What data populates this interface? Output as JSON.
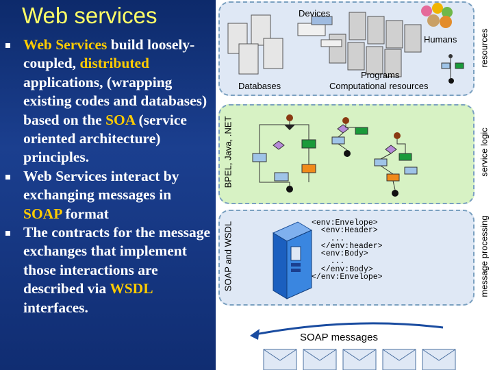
{
  "slide": {
    "title": "Web services",
    "bullets": [
      {
        "parts": [
          {
            "text": "Web Services",
            "highlight": true
          },
          {
            "text": " build loosely-coupled, ",
            "highlight": false
          },
          {
            "text": "distributed",
            "highlight": true
          },
          {
            "text": " applications, (wrapping existing codes and databases) based on the ",
            "highlight": false
          },
          {
            "text": "SOA",
            "highlight": true
          },
          {
            "text": " (service oriented architecture) principles.",
            "highlight": false
          }
        ]
      },
      {
        "parts": [
          {
            "text": "Web Services interact by exchanging messages in ",
            "highlight": false
          },
          {
            "text": "SOAP",
            "highlight": true
          },
          {
            "text": " format",
            "highlight": false
          }
        ]
      },
      {
        "parts": [
          {
            "text": "The contracts for the message exchanges that implement those interactions are described via ",
            "highlight": false
          },
          {
            "text": "WSDL",
            "highlight": true
          },
          {
            "text": " interfaces.",
            "highlight": false
          }
        ]
      }
    ]
  },
  "diagram": {
    "resources_layer": {
      "side_label": "resources",
      "labels": {
        "devices": "Devices",
        "humans": "Humans",
        "programs": "Programs",
        "databases": "Databases",
        "computational": "Computational resources"
      }
    },
    "logic_layer": {
      "side_label": "service logic",
      "inner_label": "BPEL, Java, .NET"
    },
    "message_layer": {
      "side_label": "message processing",
      "inner_label": "SOAP and WSDL",
      "code_lines": [
        "<env:Envelope>",
        "  <env:Header>",
        "    ...",
        "  </env:header>",
        "  <env:Body>",
        "    ...",
        "  </env:Body>",
        "</env:Envelope>"
      ]
    },
    "soap_messages_label": "SOAP messages"
  },
  "colors": {
    "title": "#ffff66",
    "highlight": "#ffcc00",
    "left_background": "#1b3f8f",
    "logic_layer_bg": "#d7f2c4",
    "resource_layer_bg": "#dfe8f5"
  }
}
